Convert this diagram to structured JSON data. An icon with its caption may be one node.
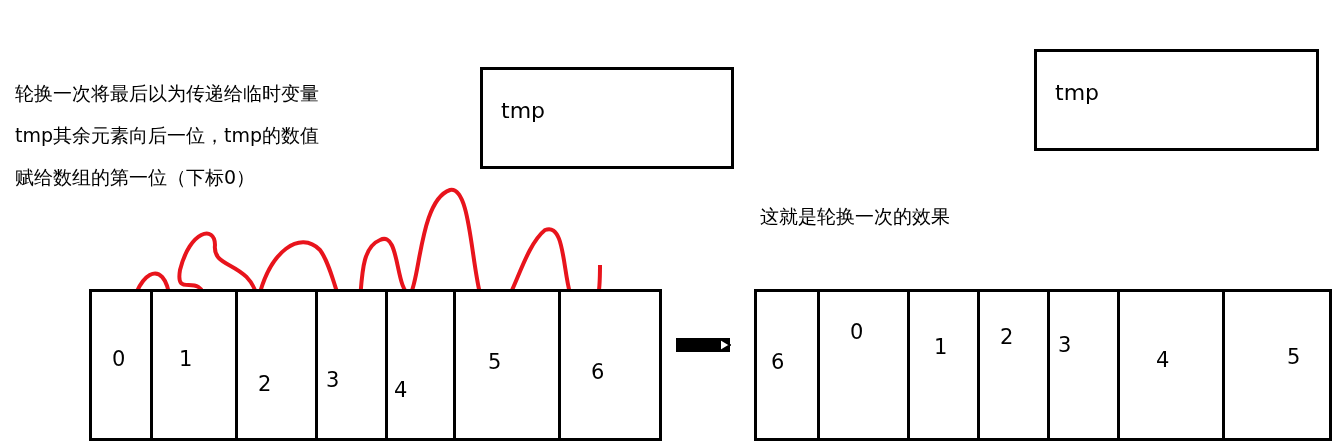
{
  "diagram": {
    "nodes": [
      {
        "text": [
          "tmp"
        ]
      },
      {
        "text": [],
        "shape": "box"
      },
      {
        "text": [
          "0"
        ],
        "in": 1
      },
      {
        "text": [
          "1"
        ],
        "in": 1
      },
      {
        "text": [
          "2"
        ],
        "in": 1
      },
      {
        "text": [
          "3"
        ],
        "in": 1
      },
      {
        "text": [
          "4"
        ],
        "in": 1
      },
      {
        "text": [
          "5"
        ],
        "in": 1
      },
      {
        "text": [
          "6"
        ],
        "in": 1
      },
      {
        "text": [
          "tmp"
        ]
      },
      {
        "text": [],
        "shape": "box"
      },
      {
        "text": [
          "6"
        ],
        "in": 10
      },
      {
        "text": [
          "0"
        ],
        "in": 10
      },
      {
        "text": [
          "1"
        ],
        "in": 10
      },
      {
        "text": [
          "2"
        ],
        "in": 10
      },
      {
        "text": [
          "3"
        ],
        "in": 10
      },
      {
        "text": [
          "4"
        ],
        "in": 10
      },
      {
        "text": [
          "5"
        ],
        "in": 10
      }
    ],
    "edges": [
      {
        "from": 1,
        "to": 10,
        "arrow": "to"
      }
    ],
    "labels": [
      "轮换一次将最后以为传递给临时变量tmp其余元素向后一位，tmp的数值赋给数组的第一位（下标0）",
      "这就是轮换一次的效果"
    ]
  }
}
